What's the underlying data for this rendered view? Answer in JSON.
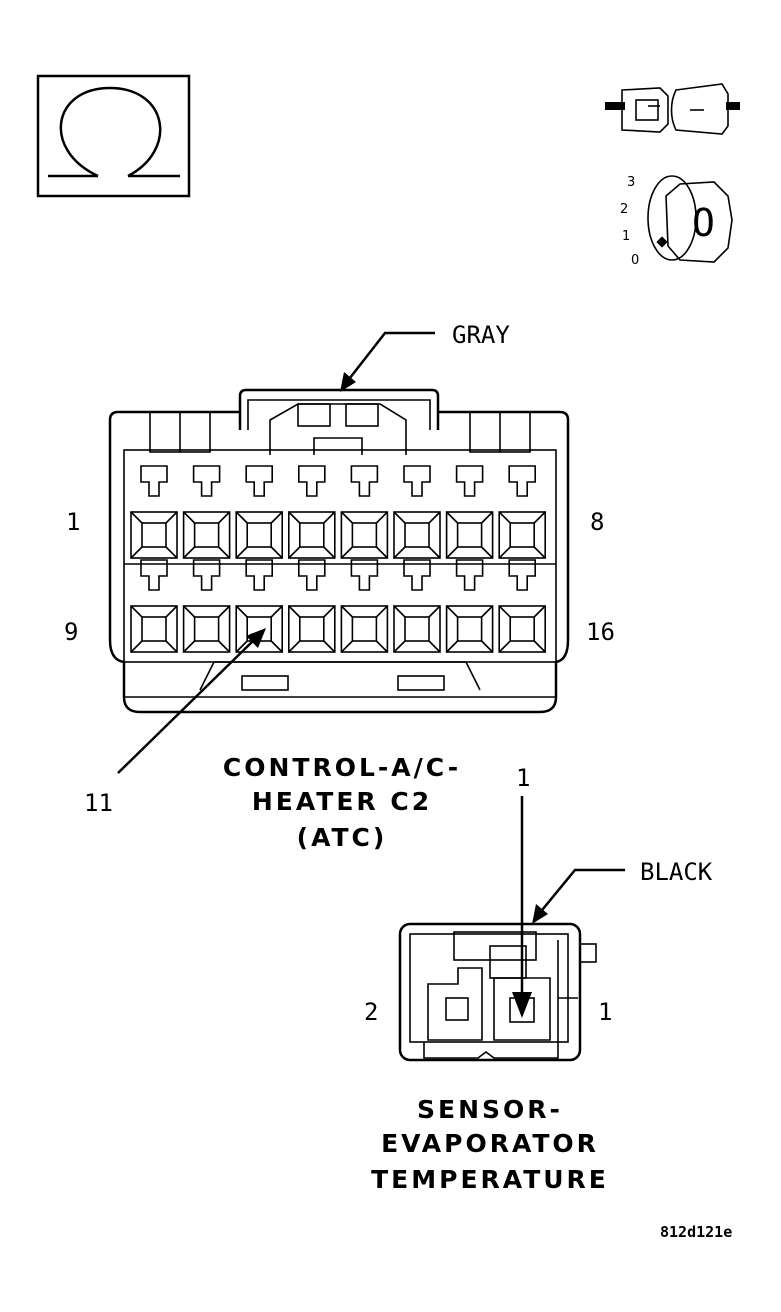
{
  "ohm_icon": {
    "symbol": "Ω",
    "icon": "ohm-icon"
  },
  "connector_icon": {
    "icon": "disconnected-connector-icon"
  },
  "ignition_icon": {
    "icon": "ignition-key-icon",
    "positions": [
      "3",
      "2",
      "1",
      "0"
    ],
    "key_letter": "O"
  },
  "connector_c2": {
    "color_label": "GRAY",
    "pin_rows": [
      {
        "start_label": "1",
        "end_label": "8"
      },
      {
        "start_label": "9",
        "end_label": "16"
      }
    ],
    "callout_pin": "11",
    "title_lines": [
      "CONTROL-A/C-",
      "HEATER C2",
      "(ATC)"
    ]
  },
  "sensor_connector": {
    "color_label": "BLACK",
    "callout_pin": "1",
    "left_pin": "2",
    "right_pin": "1",
    "title_lines": [
      "SENSOR-",
      "EVAPORATOR",
      "TEMPERATURE"
    ]
  },
  "figure_code": "812d121e"
}
